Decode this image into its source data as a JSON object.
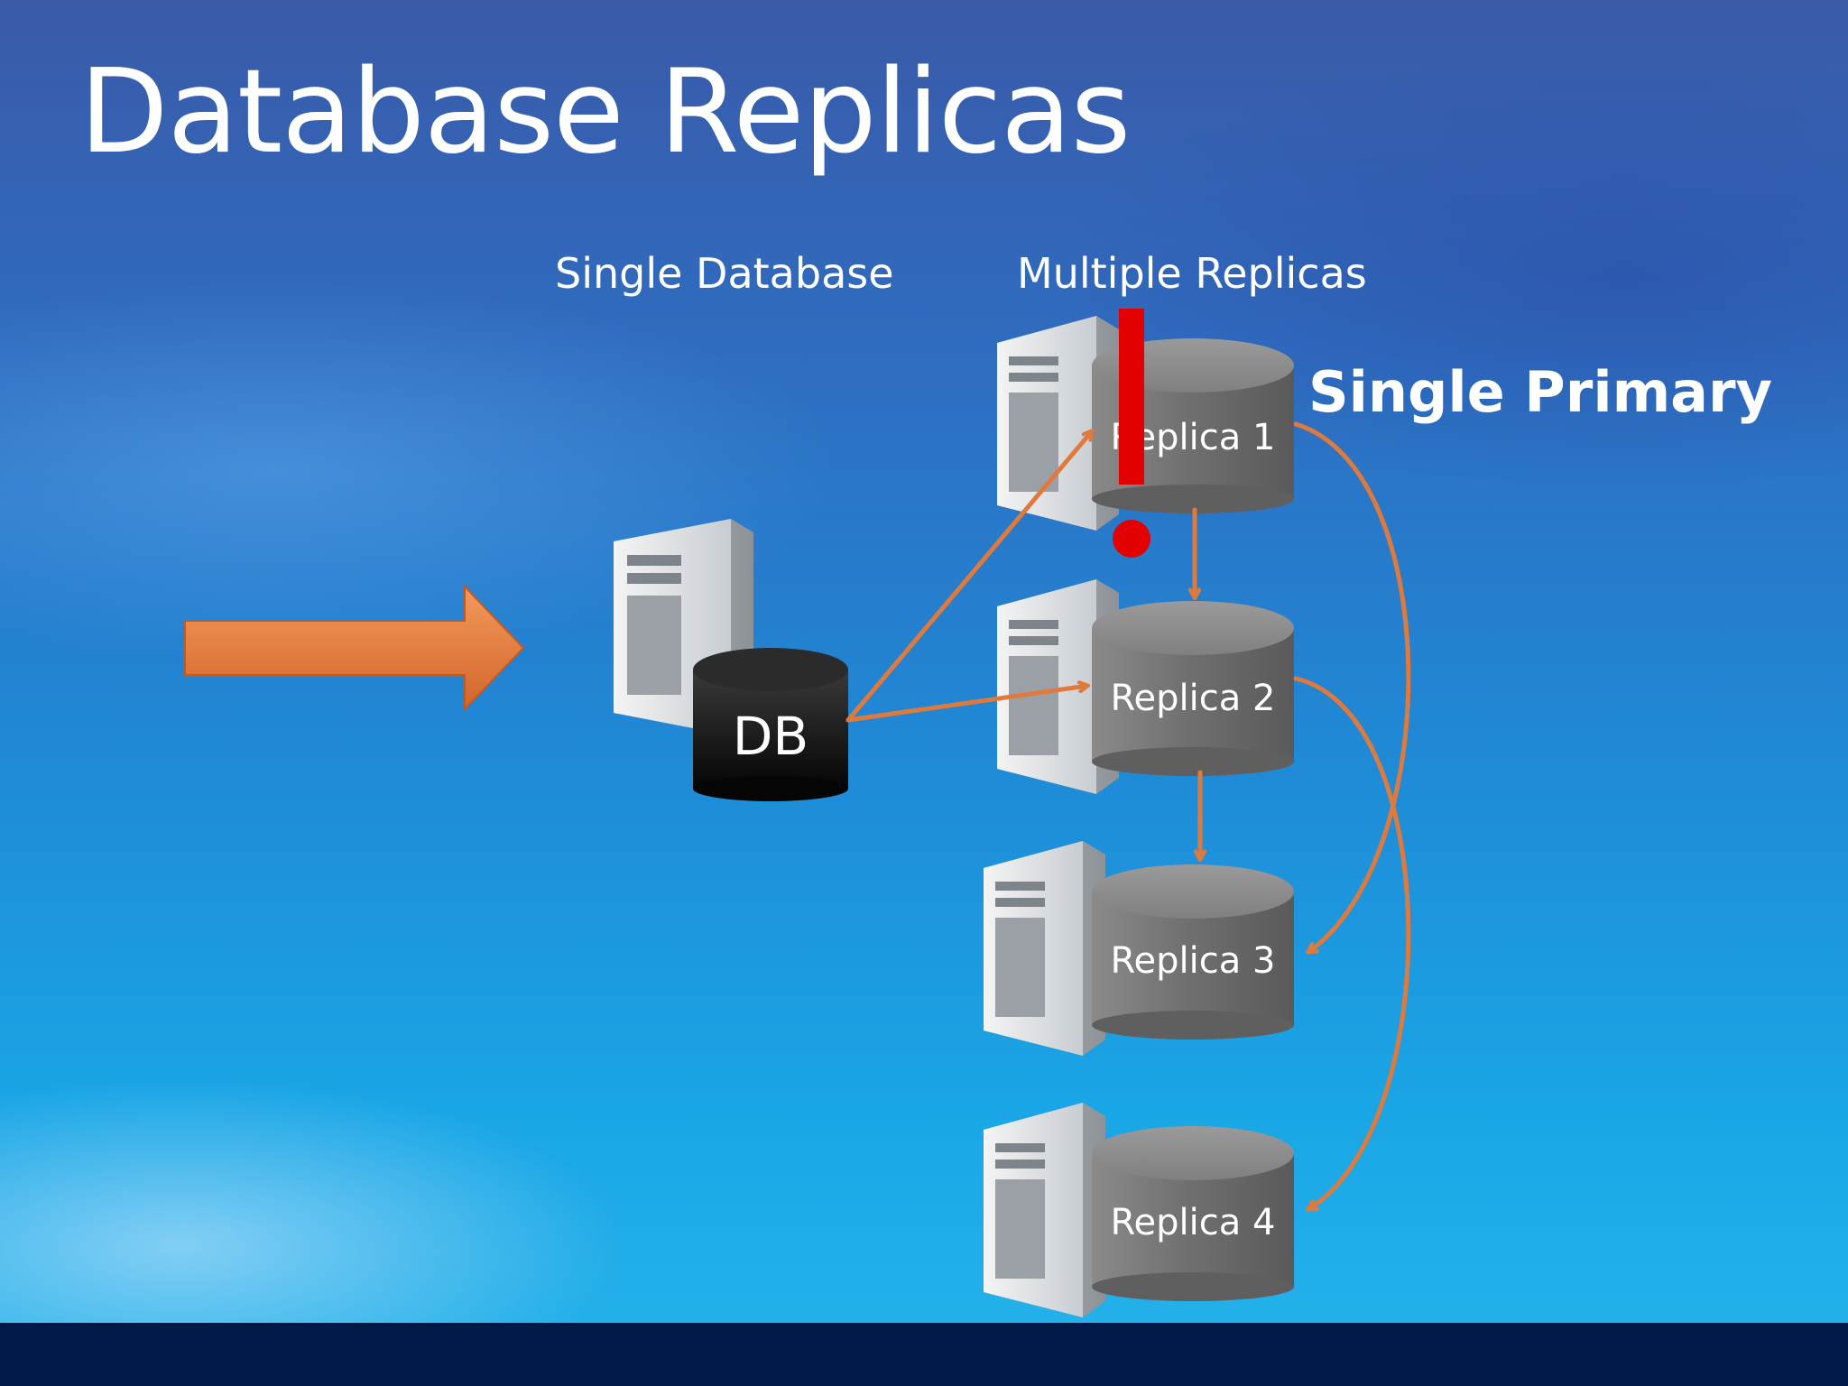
{
  "slide": {
    "title": "Database Replicas",
    "single_database_label": "Single Database",
    "multiple_replicas_label": "Multiple Replicas",
    "single_primary_label": "Single Primary",
    "db_label": "DB",
    "replicas": [
      {
        "label": "Replica 1"
      },
      {
        "label": "Replica 2"
      },
      {
        "label": "Replica 3"
      },
      {
        "label": "Replica 4"
      }
    ],
    "alert_mark": "!",
    "colors": {
      "arrow": "#e07a3c",
      "alert": "#e30000",
      "cylinder_gray": "#7a7a7a",
      "cylinder_dark": "#111111",
      "bottom_bar": "#001a47"
    }
  }
}
